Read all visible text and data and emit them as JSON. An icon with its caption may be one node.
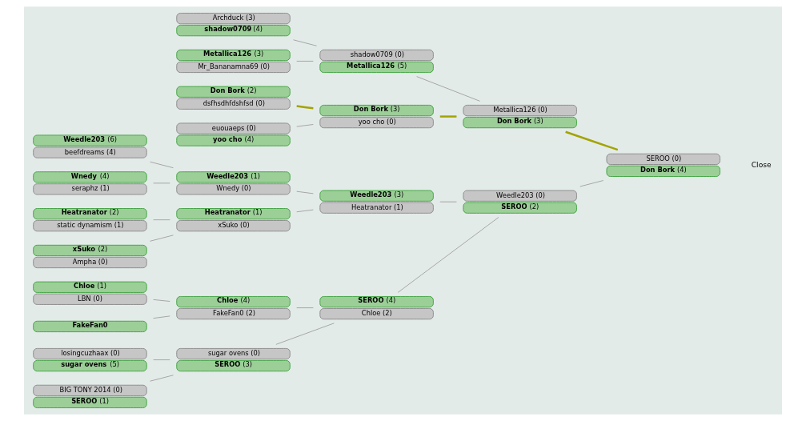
{
  "diagram": {
    "nodes": [
      {
        "text": [
          "**Weedle203** (6)",
          "beefdreams (4)"
        ]
      },
      {
        "text": [
          "**Wnedy** (4)",
          "seraphz (1)"
        ]
      },
      {
        "text": [
          "**Heatranator** (2)",
          "static dynamism (1)"
        ]
      },
      {
        "text": [
          "**xSuko** (2)",
          "Ampha (0)"
        ]
      },
      {
        "text": [
          "losingcuzhaax (0)",
          "**sugar ovens** (5)"
        ]
      },
      {
        "text": [
          "BIG TONY 2014 (0)",
          "**SEROO** (1)"
        ]
      },
      {
        "text": [
          "**Chloe** (1)",
          "LBN (0)"
        ]
      },
      {
        "text": [
          "**FakeFan0**"
        ]
      },
      {
        "text": [
          "**Weedle203** (1)",
          "Wnedy (0)"
        ]
      },
      {
        "text": [
          "**Heatranator** (1)",
          "xSuko (0)"
        ]
      },
      {
        "text": [
          "sugar ovens (0)",
          "**SEROO** (3)"
        ]
      },
      {
        "text": [
          "**Chloe** (4)",
          "FakeFan0 (2)"
        ]
      },
      {
        "text": [
          "Archduck (3)",
          "**shadow0709** (4)"
        ]
      },
      {
        "text": [
          "**Metallica126** (3)",
          "Mr_Bananamna69 (0)"
        ]
      },
      {
        "text": [
          "**Don Bork** (2)",
          "dsfhsdhfdshfsd (0)"
        ]
      },
      {
        "text": [
          "euouaeps (0)",
          "**yoo cho** (4)"
        ]
      },
      {
        "text": [
          "**Weedle203** (3)",
          "Heatranator (1)"
        ]
      },
      {
        "text": [
          "**SEROO** (4)",
          "Chloe (2)"
        ]
      },
      {
        "text": [
          "shadow0709 (0)",
          "**Metallica126** (5)"
        ]
      },
      {
        "text": [
          "**Don Bork** (3)",
          "yoo cho (0)"
        ]
      },
      {
        "text": [
          "Weedle203 (0)",
          "**SEROO** (2)"
        ]
      },
      {
        "text": [
          "Metallica126 (0)",
          "**Don Bork** (3)"
        ]
      },
      {
        "text": [
          "SEROO (0)",
          "**Don Bork** (4)"
        ]
      }
    ],
    "edges": [
      {
        "from": 0,
        "to": 8,
        "arrow": "none"
      },
      {
        "from": 1,
        "to": 8,
        "arrow": "none"
      },
      {
        "from": 2,
        "to": 9,
        "arrow": "none"
      },
      {
        "from": 3,
        "to": 9,
        "arrow": "none"
      },
      {
        "from": 4,
        "to": 10,
        "arrow": "none"
      },
      {
        "from": 5,
        "to": 10,
        "arrow": "none"
      },
      {
        "from": 6,
        "to": 11,
        "arrow": "none"
      },
      {
        "from": 7,
        "to": 11,
        "arrow": "none"
      },
      {
        "from": 8,
        "to": 16,
        "arrow": "none"
      },
      {
        "from": 9,
        "to": 16,
        "arrow": "none"
      },
      {
        "from": 10,
        "to": 17,
        "arrow": "none"
      },
      {
        "from": 11,
        "to": 17,
        "arrow": "none"
      },
      {
        "from": 12,
        "to": 18,
        "arrow": "none"
      },
      {
        "from": 13,
        "to": 18,
        "arrow": "none"
      },
      {
        "from": 14,
        "to": 19,
        "arrow": "none",
        "style": "thick",
        "color": "#a3a300"
      },
      {
        "from": 15,
        "to": 19,
        "arrow": "none"
      },
      {
        "from": 16,
        "to": 20,
        "arrow": "none"
      },
      {
        "from": 17,
        "to": 20,
        "arrow": "none"
      },
      {
        "from": 18,
        "to": 21,
        "arrow": "none"
      },
      {
        "from": 19,
        "to": 21,
        "arrow": "none",
        "style": "thick",
        "color": "#a3a300"
      },
      {
        "from": 20,
        "to": 22,
        "arrow": "none"
      },
      {
        "from": 21,
        "to": 22,
        "arrow": "none",
        "style": "thick",
        "color": "#a3a300"
      }
    ],
    "labels": [
      "Close"
    ]
  }
}
